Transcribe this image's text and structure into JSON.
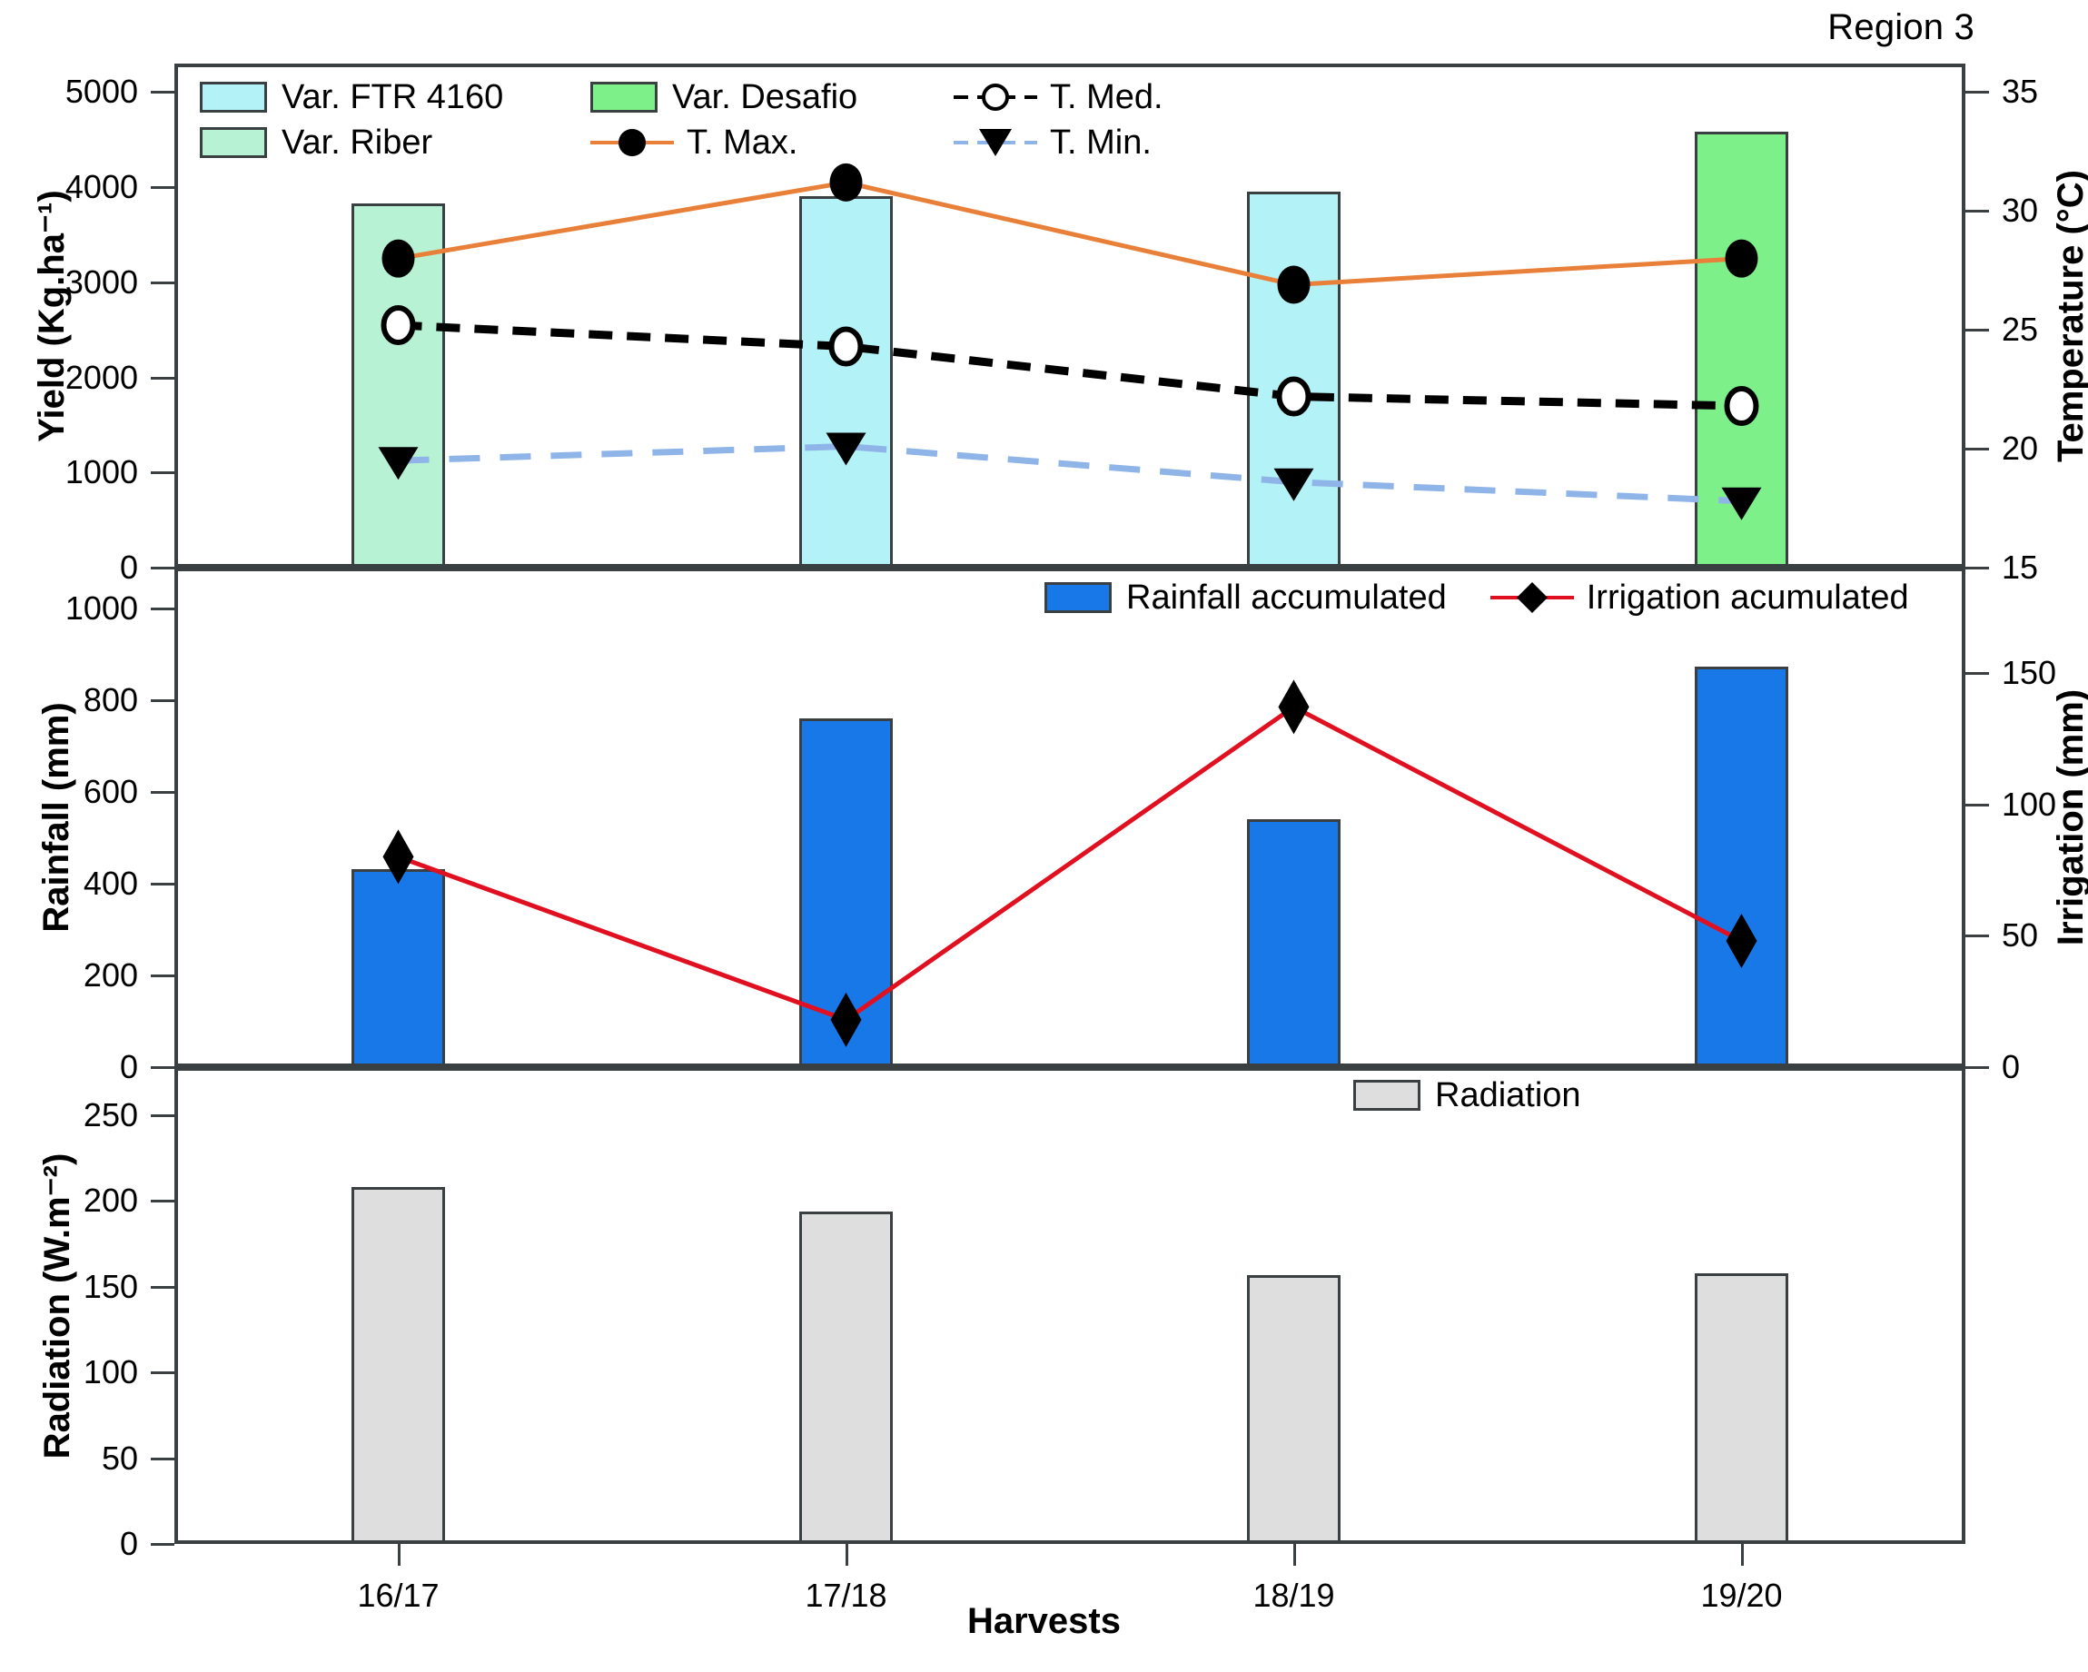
{
  "title": "Region 3",
  "xaxis": {
    "title": "Harvests",
    "categories": [
      "16/17",
      "17/18",
      "18/19",
      "19/20"
    ]
  },
  "panels": {
    "yield": {
      "left_axis": {
        "title": "Yield (Kg.ha⁻¹)",
        "ticks": [
          "0",
          "1000",
          "2000",
          "3000",
          "4000",
          "5000"
        ],
        "min": 0,
        "max": 5300
      },
      "right_axis": {
        "title": "Temperature (°C)",
        "ticks": [
          "15",
          "20",
          "25",
          "30",
          "35"
        ],
        "min": 15,
        "max": 36.2
      },
      "legend": [
        {
          "name": "var-ftr-4160",
          "label": "Var. FTR 4160",
          "type": "swatch",
          "color": "#b3f2f7"
        },
        {
          "name": "var-desafio",
          "label": "Var. Desafio",
          "type": "swatch",
          "color": "#7ef08a"
        },
        {
          "name": "t-med",
          "label": "T. Med.",
          "type": "line",
          "color": "#000000",
          "dash": "24 14",
          "marker": "circle-open"
        },
        {
          "name": "var-riber",
          "label": "Var. Riber",
          "type": "swatch",
          "color": "#b8f2d4"
        },
        {
          "name": "t-max",
          "label": "T. Max.",
          "type": "line",
          "color": "#e8803a",
          "dash": "none",
          "marker": "circle-fill"
        },
        {
          "name": "t-min",
          "label": "T. Min.",
          "type": "line",
          "color": "#8fb4e8",
          "dash": "34 20",
          "marker": "triangle-down"
        }
      ]
    },
    "rainfall": {
      "left_axis": {
        "title": "Rainfall (mm)",
        "ticks": [
          "0",
          "200",
          "400",
          "600",
          "800",
          "1000"
        ],
        "min": 0,
        "max": 1090
      },
      "right_axis": {
        "title": "Irrigation (mm)",
        "ticks": [
          "0",
          "50",
          "100",
          "150"
        ],
        "min": 0,
        "max": 190
      },
      "legend": [
        {
          "name": "rainfall-accumulated",
          "label": "Rainfall accumulated",
          "type": "swatch",
          "color": "#1878e8"
        },
        {
          "name": "irrigation-accumulated",
          "label": "Irrigation acumulated",
          "type": "line",
          "color": "#e01020",
          "dash": "none",
          "marker": "diamond"
        }
      ]
    },
    "radiation": {
      "left_axis": {
        "title": "Radiation (W.m⁻²)",
        "ticks": [
          "0",
          "50",
          "100",
          "150",
          "200",
          "250"
        ],
        "min": 0,
        "max": 278
      },
      "legend": [
        {
          "name": "radiation",
          "label": "Radiation",
          "type": "swatch",
          "color": "#dedede"
        }
      ]
    }
  },
  "chart_data": {
    "type": "bar",
    "title": "Region 3",
    "xlabel": "Harvests",
    "categories": [
      "16/17",
      "17/18",
      "18/19",
      "19/20"
    ],
    "panels": [
      {
        "name": "yield-temperature",
        "ylabel": "Yield (Kg.ha⁻¹)",
        "ylim": [
          0,
          5300
        ],
        "y2label": "Temperature (°C)",
        "y2lim": [
          15,
          36.2
        ],
        "grid": false,
        "series": [
          {
            "name": "Var. Riber",
            "type": "bar",
            "axis": "left",
            "color": "#b8f2d4",
            "values": [
              3830,
              null,
              null,
              null
            ]
          },
          {
            "name": "Var. FTR 4160",
            "type": "bar",
            "axis": "left",
            "color": "#b3f2f7",
            "values": [
              null,
              3910,
              3955,
              null
            ]
          },
          {
            "name": "Var. Desafio",
            "type": "bar",
            "axis": "left",
            "color": "#7ef08a",
            "values": [
              null,
              null,
              null,
              4580
            ]
          },
          {
            "name": "T. Max.",
            "type": "line",
            "axis": "right",
            "color": "#e8803a",
            "values": [
              28.0,
              31.2,
              26.9,
              28.0
            ]
          },
          {
            "name": "T. Med.",
            "type": "line",
            "axis": "right",
            "color": "#000000",
            "values": [
              25.2,
              24.3,
              22.2,
              21.8
            ]
          },
          {
            "name": "T. Min.",
            "type": "line",
            "axis": "right",
            "color": "#8fb4e8",
            "values": [
              19.5,
              20.1,
              18.6,
              17.8
            ]
          }
        ]
      },
      {
        "name": "rainfall-irrigation",
        "ylabel": "Rainfall (mm)",
        "ylim": [
          0,
          1090
        ],
        "y2label": "Irrigation (mm)",
        "y2lim": [
          0,
          190
        ],
        "grid": false,
        "series": [
          {
            "name": "Rainfall accumulated",
            "type": "bar",
            "axis": "left",
            "color": "#1878e8",
            "values": [
              432,
              762,
              541,
              874
            ]
          },
          {
            "name": "Irrigation acumulated",
            "type": "line",
            "axis": "right",
            "color": "#e01020",
            "values": [
              80,
              18,
              137,
              48
            ]
          }
        ]
      },
      {
        "name": "radiation",
        "ylabel": "Radiation (W.m⁻²)",
        "ylim": [
          0,
          278
        ],
        "grid": false,
        "series": [
          {
            "name": "Radiation",
            "type": "bar",
            "axis": "left",
            "color": "#dedede",
            "values": [
              208,
              194,
              157,
              158
            ]
          }
        ]
      }
    ]
  }
}
